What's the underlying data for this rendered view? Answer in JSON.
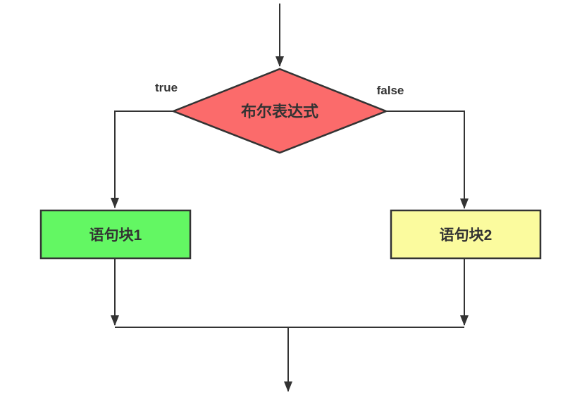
{
  "flowchart": {
    "decision": {
      "label": "布尔表达式",
      "fill": "#fb6b6b"
    },
    "true_branch": {
      "label": "true"
    },
    "false_branch": {
      "label": "false"
    },
    "block1": {
      "label": "语句块1",
      "fill": "#63f763"
    },
    "block2": {
      "label": "语句块2",
      "fill": "#fbfb9e"
    },
    "colors": {
      "stroke": "#333333",
      "text": "#333333",
      "background": "#ffffff"
    }
  }
}
